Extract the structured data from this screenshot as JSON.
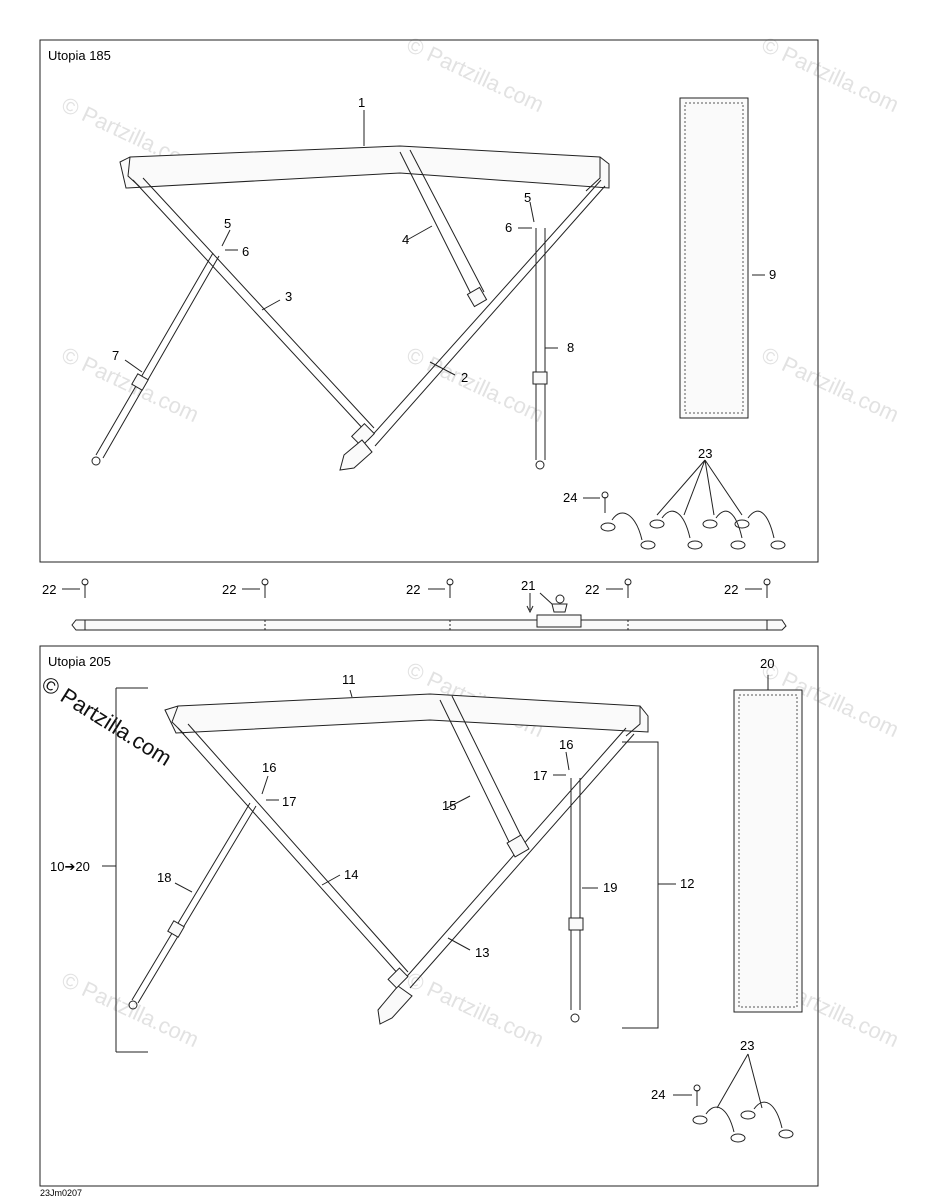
{
  "panels": {
    "top": {
      "title": "Utopia 185"
    },
    "bottom": {
      "title": "Utopia 205"
    }
  },
  "watermark": "© Partzilla.com",
  "brand_logo": "© Partzilla.com",
  "drawing_code": "23Jm0207",
  "callouts": {
    "c1": "1",
    "c2": "2",
    "c3": "3",
    "c4": "4",
    "c5a": "5",
    "c5b": "5",
    "c6a": "6",
    "c6b": "6",
    "c7": "7",
    "c8": "8",
    "c9": "9",
    "c23a": "23",
    "c24a": "24",
    "c22a": "22",
    "c22b": "22",
    "c22c": "22",
    "c22d": "22",
    "c22e": "22",
    "c21": "21",
    "c11": "11",
    "c20": "20",
    "c16a": "16",
    "c16b": "16",
    "c17a": "17",
    "c17b": "17",
    "c15": "15",
    "c14": "14",
    "c13": "13",
    "c12": "12",
    "c18": "18",
    "c19": "19",
    "c10to20": "10➔20",
    "c23b": "23",
    "c24b": "24"
  }
}
